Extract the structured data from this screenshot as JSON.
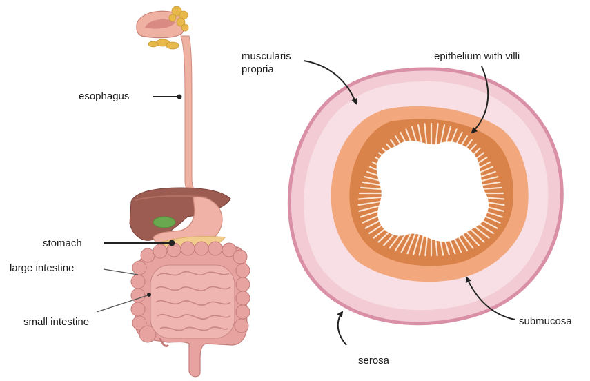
{
  "labels": {
    "esophagus": "esophagus",
    "stomach": "stomach",
    "large_intestine": "large intestine",
    "small_intestine": "small intestine",
    "muscularis_propria_line1": "muscularis",
    "muscularis_propria_line2": "propria",
    "epithelium_with_villi": "epithelium with villi",
    "submucosa": "submucosa",
    "serosa": "serosa"
  },
  "colors": {
    "serosa_ring": "#d98fa6",
    "muscularis": "#f2cbd5",
    "muscularis_inner": "#f7dfe5",
    "submucosa": "#f2a77d",
    "mucosa": "#d9834a",
    "villi": "#fbe6d6",
    "lumen": "#ffffff",
    "liver": "#9c5c52",
    "stomach": "#f0b2a6",
    "esophagus": "#efb1a2",
    "intestine": "#e7a3a0",
    "small_intestine": "#efb5b1",
    "gallbladder": "#6aa84f",
    "glands": "#e8b84a",
    "pointer": "#222222"
  }
}
